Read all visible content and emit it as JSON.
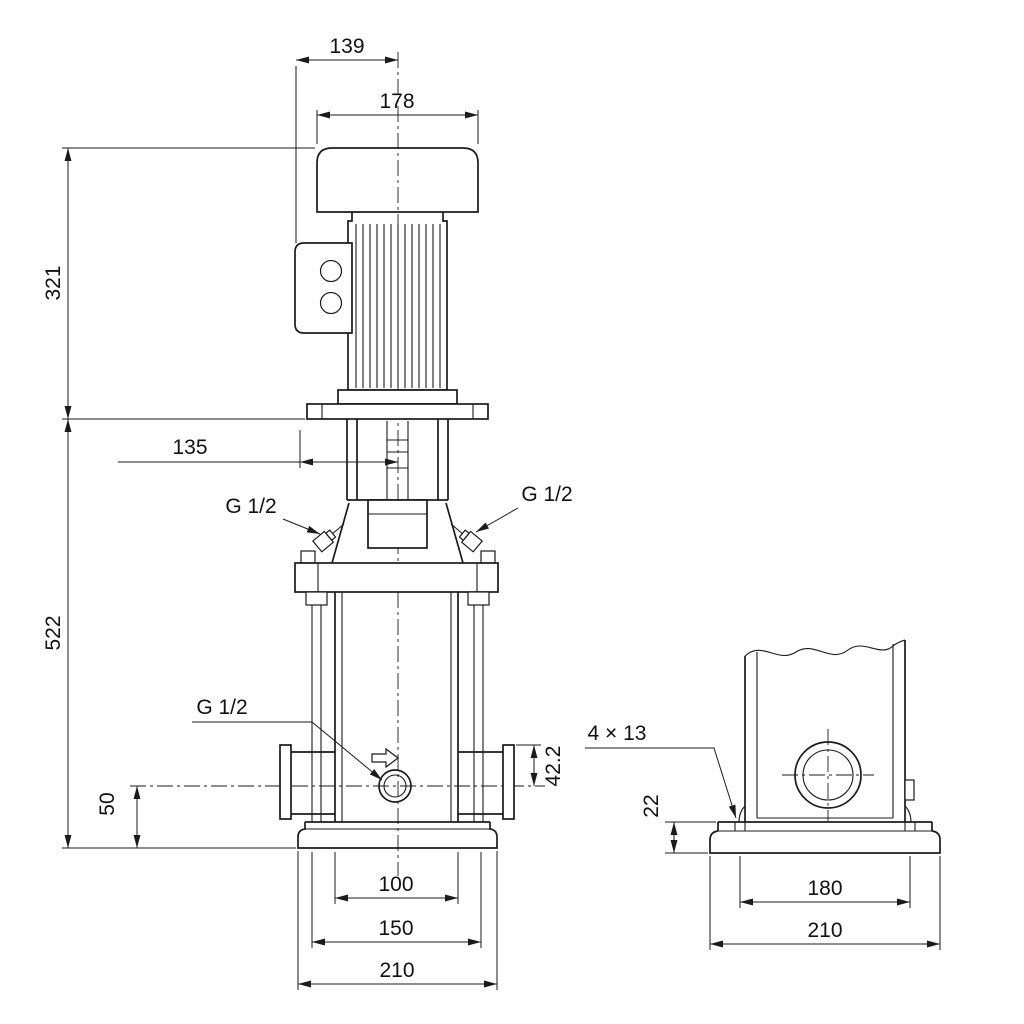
{
  "front_view": {
    "dim_motor_width_to_center": "139",
    "dim_motor_width": "178",
    "dim_motor_height": "321",
    "dim_head_offset": "135",
    "dim_pump_height": "522",
    "label_vent_left": "G 1/2",
    "label_vent_right": "G 1/2",
    "label_drain": "G 1/2",
    "dim_port_to_center": "42.2",
    "dim_center_to_base": "50",
    "dim_base_inner": "100",
    "dim_base_mid": "150",
    "dim_base_width": "210"
  },
  "side_view": {
    "label_bolt_holes": "4 × 13",
    "dim_base_height": "22",
    "dim_bolt_spacing": "180",
    "dim_base_width": "210"
  }
}
